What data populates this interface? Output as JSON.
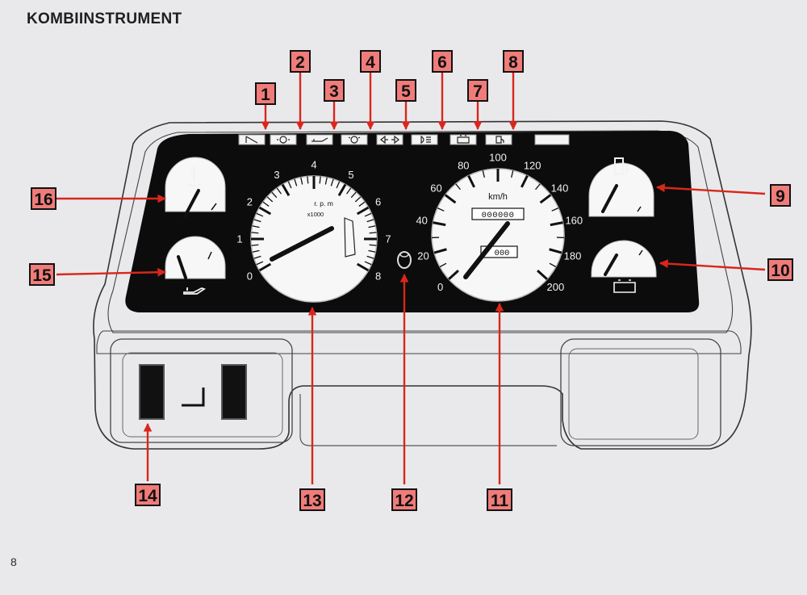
{
  "page": {
    "title": "KOMBIINSTRUMENT",
    "page_number": "8"
  },
  "colors": {
    "accent_red": "#d9271c",
    "callout_fill": "#f07c7a",
    "panel_black": "#0c0c0c",
    "gauge_face": "#f7f7f7",
    "page_bg": "#e9e9ec"
  },
  "warning_lights": [
    {
      "id": 1,
      "icon": "seatbelt-warning-icon"
    },
    {
      "id": 2,
      "icon": "main-beam-icon"
    },
    {
      "id": 3,
      "icon": "oil-pressure-warning-icon"
    },
    {
      "id": 4,
      "icon": "lamp-failure-icon"
    },
    {
      "id": 5,
      "icon": "turn-signal-icon"
    },
    {
      "id": 6,
      "icon": "high-beam-indicator-icon"
    },
    {
      "id": 7,
      "icon": "battery-charge-warning-icon"
    },
    {
      "id": 8,
      "icon": "low-fuel-warning-icon"
    }
  ],
  "callouts": [
    "1",
    "2",
    "3",
    "4",
    "5",
    "6",
    "7",
    "8",
    "9",
    "10",
    "11",
    "12",
    "13",
    "14",
    "15",
    "16"
  ],
  "tachometer": {
    "ticks": [
      "0",
      "1",
      "2",
      "3",
      "4",
      "5",
      "6",
      "7",
      "8"
    ],
    "label_unit": "r. p. m",
    "label_mult": "x1000"
  },
  "speedometer": {
    "ticks": [
      "0",
      "20",
      "40",
      "60",
      "80",
      "100",
      "120",
      "140",
      "160",
      "180",
      "200"
    ],
    "unit": "km/h",
    "odometer": "000000",
    "trip": "000"
  }
}
